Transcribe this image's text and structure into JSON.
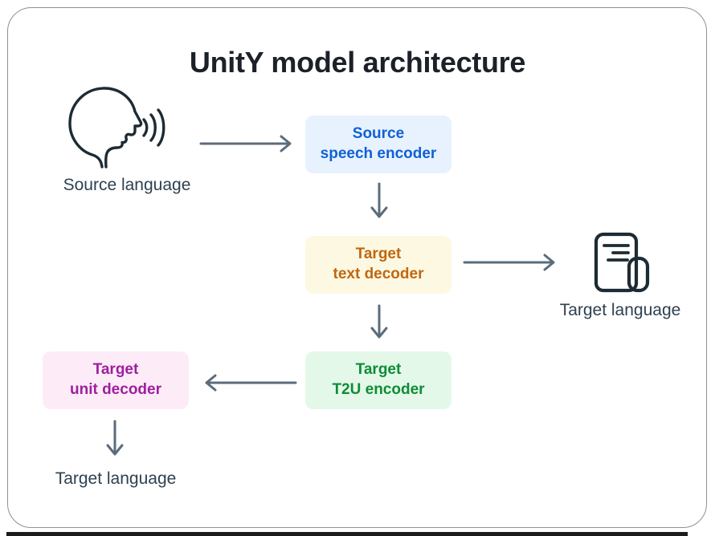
{
  "title": "UnitY model architecture",
  "nodes": {
    "speech_encoder": {
      "label": "Source\nspeech encoder",
      "bg": "#e7f2fe",
      "fg": "#1060d6"
    },
    "text_decoder": {
      "label": "Target\ntext decoder",
      "bg": "#fdf8e2",
      "fg": "#c06710"
    },
    "t2u_encoder": {
      "label": "Target\nT2U encoder",
      "bg": "#e4f8e9",
      "fg": "#0e8c36"
    },
    "unit_decoder": {
      "label": "Target\nunit decoder",
      "bg": "#fdecf8",
      "fg": "#9e1f9e"
    }
  },
  "labels": {
    "source_language": "Source language",
    "target_language_right": "Target language",
    "target_language_bottom": "Target language"
  },
  "icons": {
    "speaking_head": "speaking-head-icon",
    "document": "document-icon"
  },
  "colors": {
    "arrow": "#5b6c7b",
    "icon_stroke": "#1d2b34",
    "title_text": "#1c2129",
    "label_text": "#2e4150",
    "frame_border": "#8b9298",
    "bottom_bar": "#1c1c1c"
  }
}
